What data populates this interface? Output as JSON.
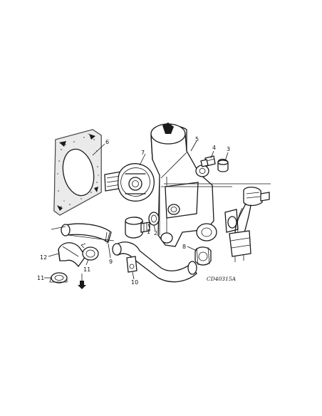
{
  "drawing_code": "CD40315A",
  "callouts": {
    "c1": "1",
    "c2": "2",
    "c3": "3",
    "c4": "4",
    "c5": "5",
    "c6": "6",
    "c7": "7",
    "c8": "8",
    "c9": "9",
    "c10": "10",
    "c11a": "11",
    "c11b": "11",
    "c12": "12"
  }
}
